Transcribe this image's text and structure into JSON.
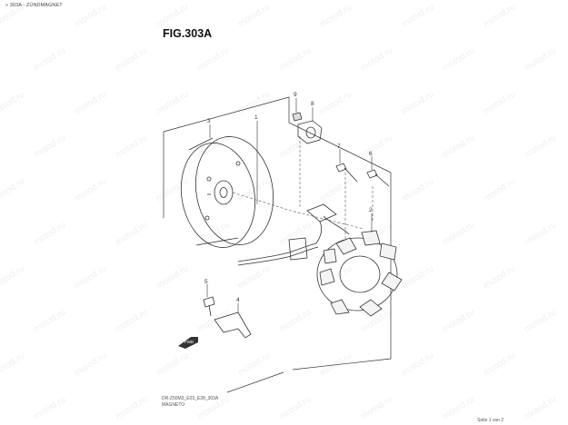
{
  "breadcrumb": "» 303A - ZÜNDMAGNET",
  "figure_title": "FIG.303A",
  "footer": {
    "model_code": "DR-Z50M3_E03_E28_303A",
    "part_name": "MAGNETO",
    "page_info": "Seite 1 von 2"
  },
  "watermark_text": "motod.ru",
  "callouts": [
    "1",
    "2",
    "3",
    "4",
    "5",
    "6",
    "7",
    "8",
    "9"
  ],
  "fwd_label": "FWD",
  "colors": {
    "line": "#333333",
    "dash": "#555555"
  }
}
